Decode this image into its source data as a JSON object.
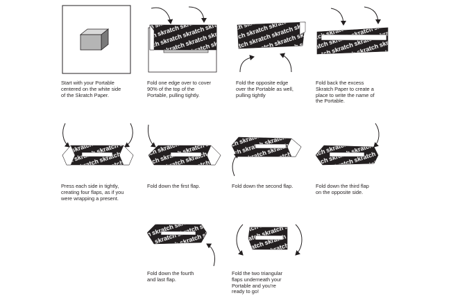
{
  "colors": {
    "paper": "#231f20",
    "ink": "#231f20",
    "background": "#ffffff"
  },
  "brand": "skratch",
  "steps": [
    {
      "id": 1,
      "caption": "Start with your Portable\ncentered on the white side\nof the Skratch Paper."
    },
    {
      "id": 2,
      "caption": "Fold one edge over to cover\n90% of the top of the\nPortable, pulling tightly."
    },
    {
      "id": 3,
      "caption": "Fold the opposite edge\nover the Portable as well,\npulling tightly"
    },
    {
      "id": 4,
      "caption": "Fold back the excess\nSkratch Paper to create a\nplace to write the name of\nthe Portable."
    },
    {
      "id": 5,
      "caption": "Press each side in tightly,\ncreating four flaps, as if you\nwere wrapping a present."
    },
    {
      "id": 6,
      "caption": "Fold down the first flap."
    },
    {
      "id": 7,
      "caption": "Fold down the second flap."
    },
    {
      "id": 8,
      "caption": "Fold down the third flap\non the opposite side."
    },
    {
      "id": 9,
      "caption": "Fold down the fourth\nand last flap."
    },
    {
      "id": 10,
      "caption": "Fold the two triangular\nflaps underneath your\nPortable and you're\nready to go!"
    }
  ]
}
